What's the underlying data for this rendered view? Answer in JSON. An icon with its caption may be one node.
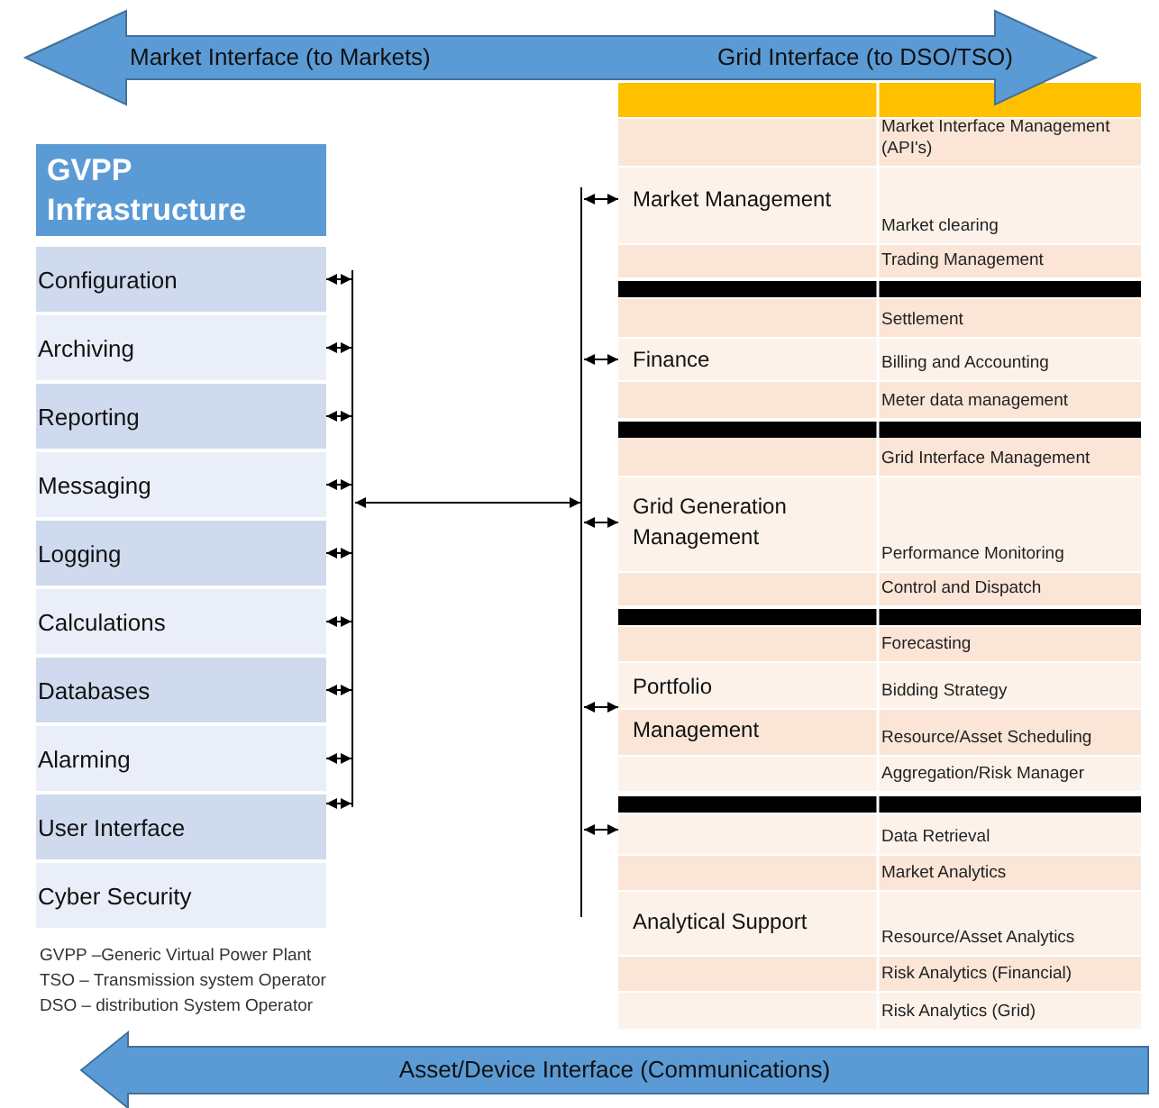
{
  "diagram": {
    "nodes": [
      {
        "text": [
          "Market Interface (to Markets)",
          "Grid Interface (to DSO/TSO)"
        ]
      },
      {
        "text": [
          "GVPP Infrastructure"
        ]
      },
      {
        "text": [
          "Configuration"
        ]
      },
      {
        "text": [
          "Archiving"
        ]
      },
      {
        "text": [
          "Reporting"
        ]
      },
      {
        "text": [
          "Messaging"
        ]
      },
      {
        "text": [
          "Logging"
        ]
      },
      {
        "text": [
          "Calculations"
        ]
      },
      {
        "text": [
          "Databases"
        ]
      },
      {
        "text": [
          "Alarming"
        ]
      },
      {
        "text": [
          "User Interface"
        ]
      },
      {
        "text": [
          "Cyber Security"
        ]
      },
      {
        "text": [],
        "shape": "bar"
      },
      {
        "text": [],
        "shape": "bar"
      },
      {
        "text": [
          "Market Management"
        ]
      },
      {
        "text": [
          "Finance"
        ]
      },
      {
        "text": [
          "Grid Generation Management"
        ]
      },
      {
        "text": [
          "Portfolio Management"
        ]
      },
      {
        "text": [
          "Analytical Support"
        ]
      },
      {
        "text": [
          "Asset/Device Interface (Communications)"
        ]
      }
    ],
    "edges": [
      {
        "from": 12,
        "to": 2,
        "arrow": "both"
      },
      {
        "from": 12,
        "to": 3,
        "arrow": "both"
      },
      {
        "from": 12,
        "to": 4,
        "arrow": "both"
      },
      {
        "from": 12,
        "to": 5,
        "arrow": "both"
      },
      {
        "from": 12,
        "to": 6,
        "arrow": "both"
      },
      {
        "from": 12,
        "to": 7,
        "arrow": "both"
      },
      {
        "from": 12,
        "to": 8,
        "arrow": "both"
      },
      {
        "from": 12,
        "to": 9,
        "arrow": "both"
      },
      {
        "from": 12,
        "to": 10,
        "arrow": "both"
      },
      {
        "from": 12,
        "to": 13,
        "arrow": "both"
      },
      {
        "from": 13,
        "to": 14,
        "arrow": "both"
      },
      {
        "from": 13,
        "to": 15,
        "arrow": "both"
      },
      {
        "from": 13,
        "to": 16,
        "arrow": "both"
      },
      {
        "from": 13,
        "to": 17,
        "arrow": "both"
      },
      {
        "from": 13,
        "to": 18,
        "arrow": "both"
      }
    ],
    "labels": [
      "Market Interface Management (API's)",
      "Market clearing",
      "Trading Management",
      "Settlement",
      "Billing and Accounting",
      "Meter data management",
      "Grid Interface Management",
      "Performance Monitoring",
      "Control and Dispatch",
      "Forecasting",
      "Bidding Strategy",
      "Resource/Asset Scheduling",
      "Aggregation/Risk Manager",
      "Data Retrieval",
      "Market Analytics",
      "Resource/Asset Analytics",
      "Risk Analytics (Financial)",
      "Risk Analytics (Grid)",
      "GVPP –Generic Virtual Power Plant",
      "TSO – Transmission system Operator",
      "DSO – distribution System Operator"
    ]
  }
}
